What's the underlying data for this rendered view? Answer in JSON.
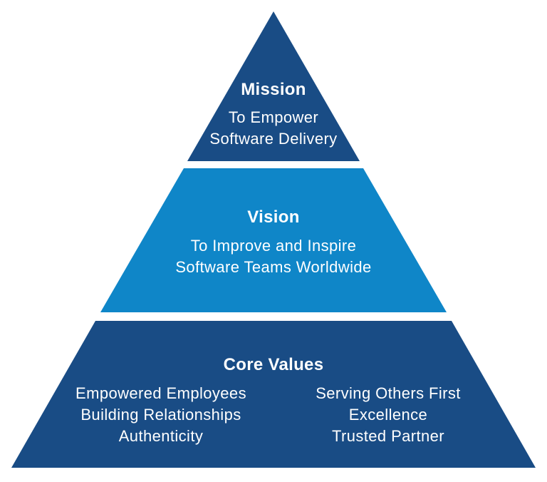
{
  "diagram": {
    "title": "Mission Vision Core Values pyramid",
    "colors": {
      "dark_blue": "#194C85",
      "light_blue": "#0F86C8",
      "text": "#ffffff",
      "background": "#ffffff"
    },
    "tiers": [
      {
        "id": "mission",
        "heading": "Mission",
        "lines": [
          "To Empower",
          "Software Delivery"
        ],
        "color": "#194C85"
      },
      {
        "id": "vision",
        "heading": "Vision",
        "lines": [
          "To Improve and Inspire",
          "Software Teams Worldwide"
        ],
        "color": "#0F86C8"
      },
      {
        "id": "core_values",
        "heading": "Core Values",
        "columns": {
          "left": [
            "Empowered Employees",
            "Building Relationships",
            "Authenticity"
          ],
          "right": [
            "Serving Others First",
            "Excellence",
            "Trusted Partner"
          ]
        },
        "color": "#194C85"
      }
    ]
  }
}
